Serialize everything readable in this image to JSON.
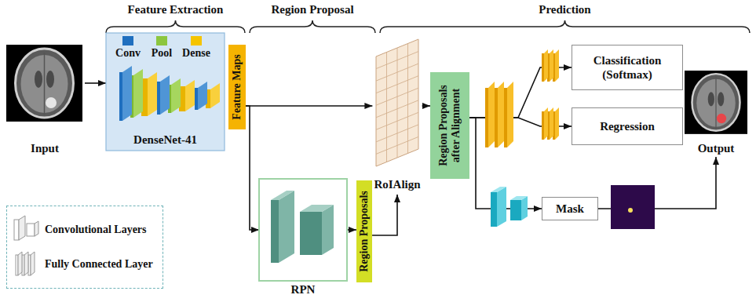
{
  "diagram": {
    "nodes": [
      {
        "text": [
          "Input"
        ]
      },
      {
        "text": [
          "DenseNet-41"
        ]
      },
      {
        "text": [
          "Feature Maps"
        ]
      },
      {
        "text": [
          "RPN"
        ]
      },
      {
        "text": [
          "Region Proposals"
        ]
      },
      {
        "text": [
          "RoIAlign"
        ]
      },
      {
        "text": [
          "Region Proposals after Alignment"
        ]
      },
      {
        "text": [
          "Classification (Softmax)"
        ]
      },
      {
        "text": [
          "Regression"
        ]
      },
      {
        "text": [
          "Mask"
        ]
      },
      {
        "text": [
          "Output"
        ]
      }
    ],
    "edges": [
      {
        "from": 0,
        "to": 1,
        "arrow": "to"
      },
      {
        "from": 2,
        "to": 5,
        "arrow": "to"
      },
      {
        "from": 2,
        "to": 3,
        "arrow": "to"
      },
      {
        "from": 3,
        "to": 4,
        "arrow": "to"
      },
      {
        "from": 4,
        "to": 5,
        "arrow": "to"
      },
      {
        "from": 5,
        "to": 6,
        "arrow": "to"
      },
      {
        "from": 6,
        "to": 7,
        "arrow": "to"
      },
      {
        "from": 6,
        "to": 8,
        "arrow": "to"
      },
      {
        "from": 6,
        "to": 9,
        "arrow": "to"
      },
      {
        "from": 9,
        "to": 10,
        "arrow": "to"
      }
    ],
    "labels": [
      "Feature Extraction",
      "Region Proposal",
      "Prediction"
    ],
    "legend": [
      {
        "text": "Conv",
        "color": "#1f6fbf"
      },
      {
        "text": "Pool",
        "color": "#8cc63f"
      },
      {
        "text": "Dense",
        "color": "#f5c400"
      },
      {
        "text": "Convolutional Layers"
      },
      {
        "text": "Fully Connected Layer"
      }
    ]
  }
}
